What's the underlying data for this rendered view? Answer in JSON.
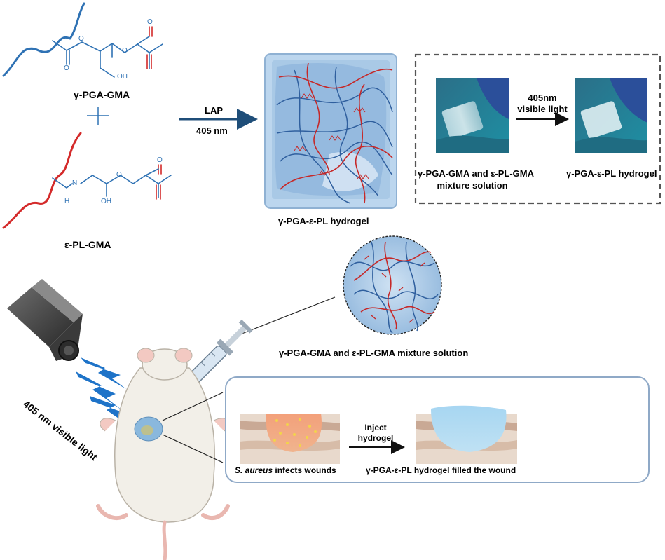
{
  "molecules": {
    "pga_gma": {
      "name": "γ-PGA-GMA",
      "oh": "OH",
      "o_ester": "O",
      "o_carbonyl": "O"
    },
    "pl_gma": {
      "name": "ε-PL-GMA",
      "nh": "H",
      "n": "N",
      "oh": "OH",
      "o_ester": "O",
      "o_carbonyl": "O"
    }
  },
  "reaction": {
    "catalyst": "LAP",
    "wavelength": "405 nm"
  },
  "hydrogel": {
    "label": "γ-PGA-ε-PL hydrogel"
  },
  "photo_panel": {
    "arrow_label_line1": "405nm",
    "arrow_label_line2": "visible light",
    "left_caption_line1": "γ-PGA-GMA and ε-PL-GMA",
    "left_caption_line2": "mixture solution",
    "right_caption": "γ-PGA-ε-PL hydrogel"
  },
  "mixture": {
    "label": "γ-PGA-GMA and ε-PL-GMA mixture solution"
  },
  "light_source": {
    "label": "405 nm visible light"
  },
  "wound_panel": {
    "left_caption_italic": "S. aureus",
    "left_caption_rest": " infects wounds",
    "arrow_line1": "Inject",
    "arrow_line2": "hydrogel",
    "right_caption": "γ-PGA-ε-PL hydrogel filled the wound"
  },
  "colors": {
    "pga_blue": "#2f72b4",
    "pl_red": "#d42a2a",
    "arrow_navy": "#1f4e79",
    "hydrogel_blue": "#9dc3e6",
    "lightning_blue": "#1e73c8"
  }
}
